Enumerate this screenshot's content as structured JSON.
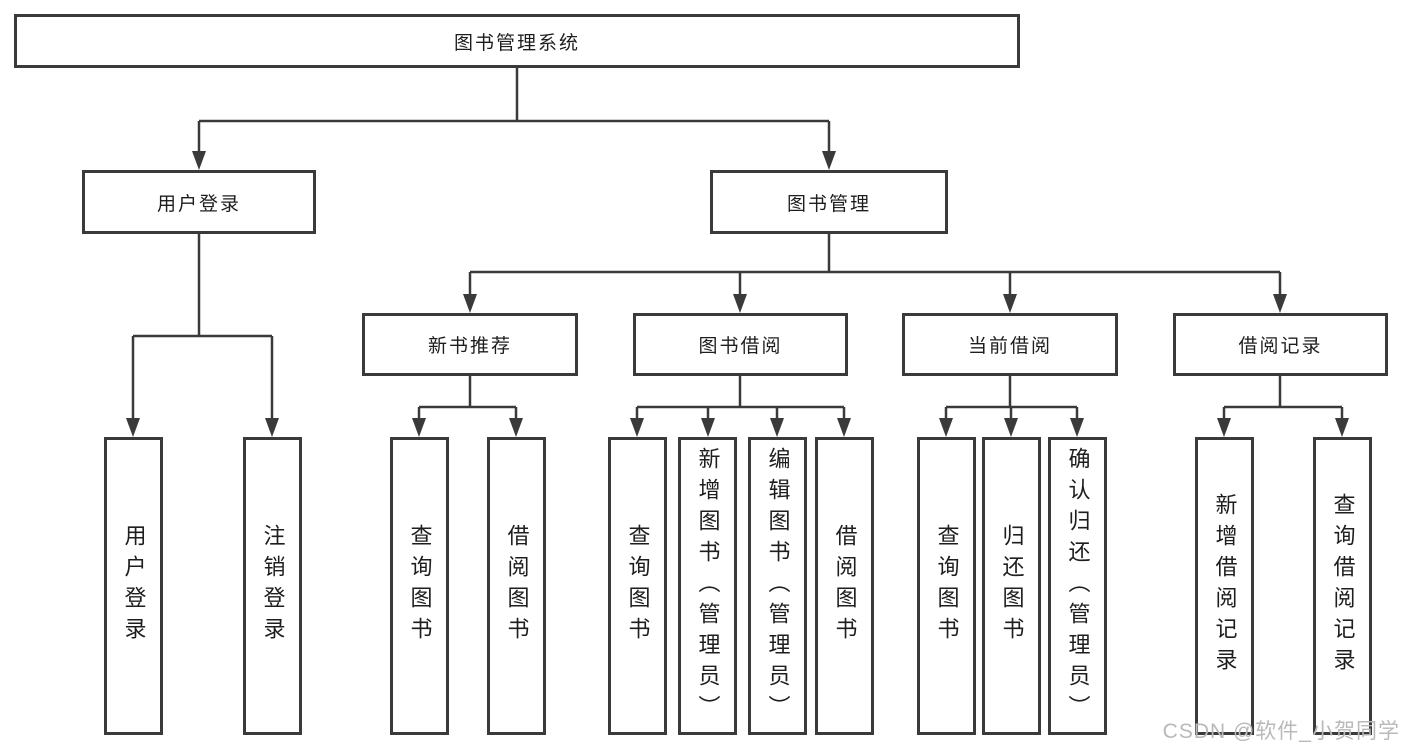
{
  "diagram_title": "图书管理系统",
  "tree": {
    "label": "图书管理系统",
    "children": [
      {
        "label": "用户登录",
        "children": [
          {
            "label": "用户登录"
          },
          {
            "label": "注销登录"
          }
        ]
      },
      {
        "label": "图书管理",
        "children": [
          {
            "label": "新书推荐",
            "children": [
              {
                "label": "查询图书"
              },
              {
                "label": "借阅图书"
              }
            ]
          },
          {
            "label": "图书借阅",
            "children": [
              {
                "label": "查询图书"
              },
              {
                "label": "新增图书（管理员）"
              },
              {
                "label": "编辑图书（管理员）"
              },
              {
                "label": "借阅图书"
              }
            ]
          },
          {
            "label": "当前借阅",
            "children": [
              {
                "label": "查询图书"
              },
              {
                "label": "归还图书"
              },
              {
                "label": "确认归还（管理员）"
              }
            ]
          },
          {
            "label": "借阅记录",
            "children": [
              {
                "label": "新增借阅记录"
              },
              {
                "label": "查询借阅记录"
              }
            ]
          }
        ]
      }
    ]
  },
  "watermark": {
    "text": "CSDN @软件_小贺同学"
  },
  "colors": {
    "line": "#3a3a3a",
    "box_border": "#3a3a3a",
    "text": "#1e1e1e",
    "background": "#ffffff",
    "watermark": "#b9b9b9"
  }
}
